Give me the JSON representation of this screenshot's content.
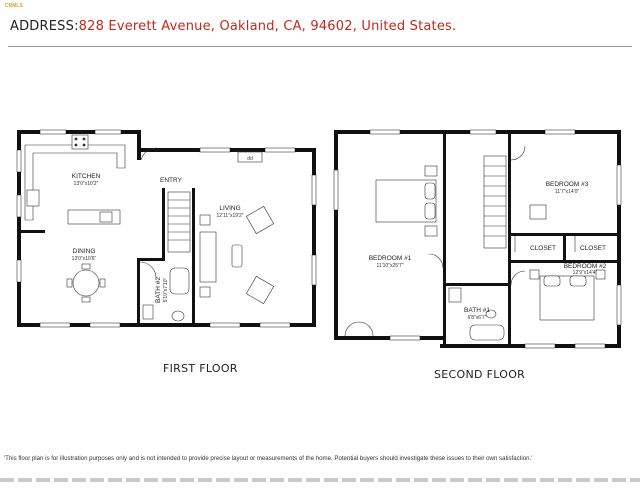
{
  "header": {
    "logo_text": "CRMLS",
    "address_label": "ADDRESS:",
    "address_value": "828 Everett Avenue, Oakland, CA, 94602, United States."
  },
  "floors": [
    {
      "label": "FIRST FLOOR"
    },
    {
      "label": "SECOND FLOOR"
    }
  ],
  "rooms": {
    "kitchen": {
      "name": "KITCHEN",
      "dims": "13'0\"x10'2\""
    },
    "dining": {
      "name": "DINING",
      "dims": "13'0\"x10'6\""
    },
    "entry": {
      "name": "ENTRY"
    },
    "living": {
      "name": "LIVING",
      "dims": "12'11\"x19'2\""
    },
    "bath2": {
      "name": "BATH #2",
      "dims": "5'10\"x7'10\""
    },
    "bedroom1": {
      "name": "BEDROOM #1",
      "dims": "11'10\"x25'7\""
    },
    "bedroom3": {
      "name": "BEDROOM #3",
      "dims": "11'7\"x14'0\""
    },
    "closet_a": {
      "name": "CLOSET"
    },
    "closet_b": {
      "name": "CLOSET"
    },
    "bedroom2": {
      "name": "BEDROOM #2",
      "dims": "12'9\"x14'4\""
    },
    "bath1": {
      "name": "BATH #1",
      "dims": "6'8\"x6'7\""
    }
  },
  "fireplace_label": "dd",
  "disclaimer": "'This floor plan is for illustration purposes only and is not intended to provide precise layout or measurements of the home. Potential buyers should investigate these issues to their own satisfaction.'",
  "colors": {
    "address_value": "#c4281c",
    "footer_stripe": "#c9c9c9",
    "wall": "#111111"
  }
}
